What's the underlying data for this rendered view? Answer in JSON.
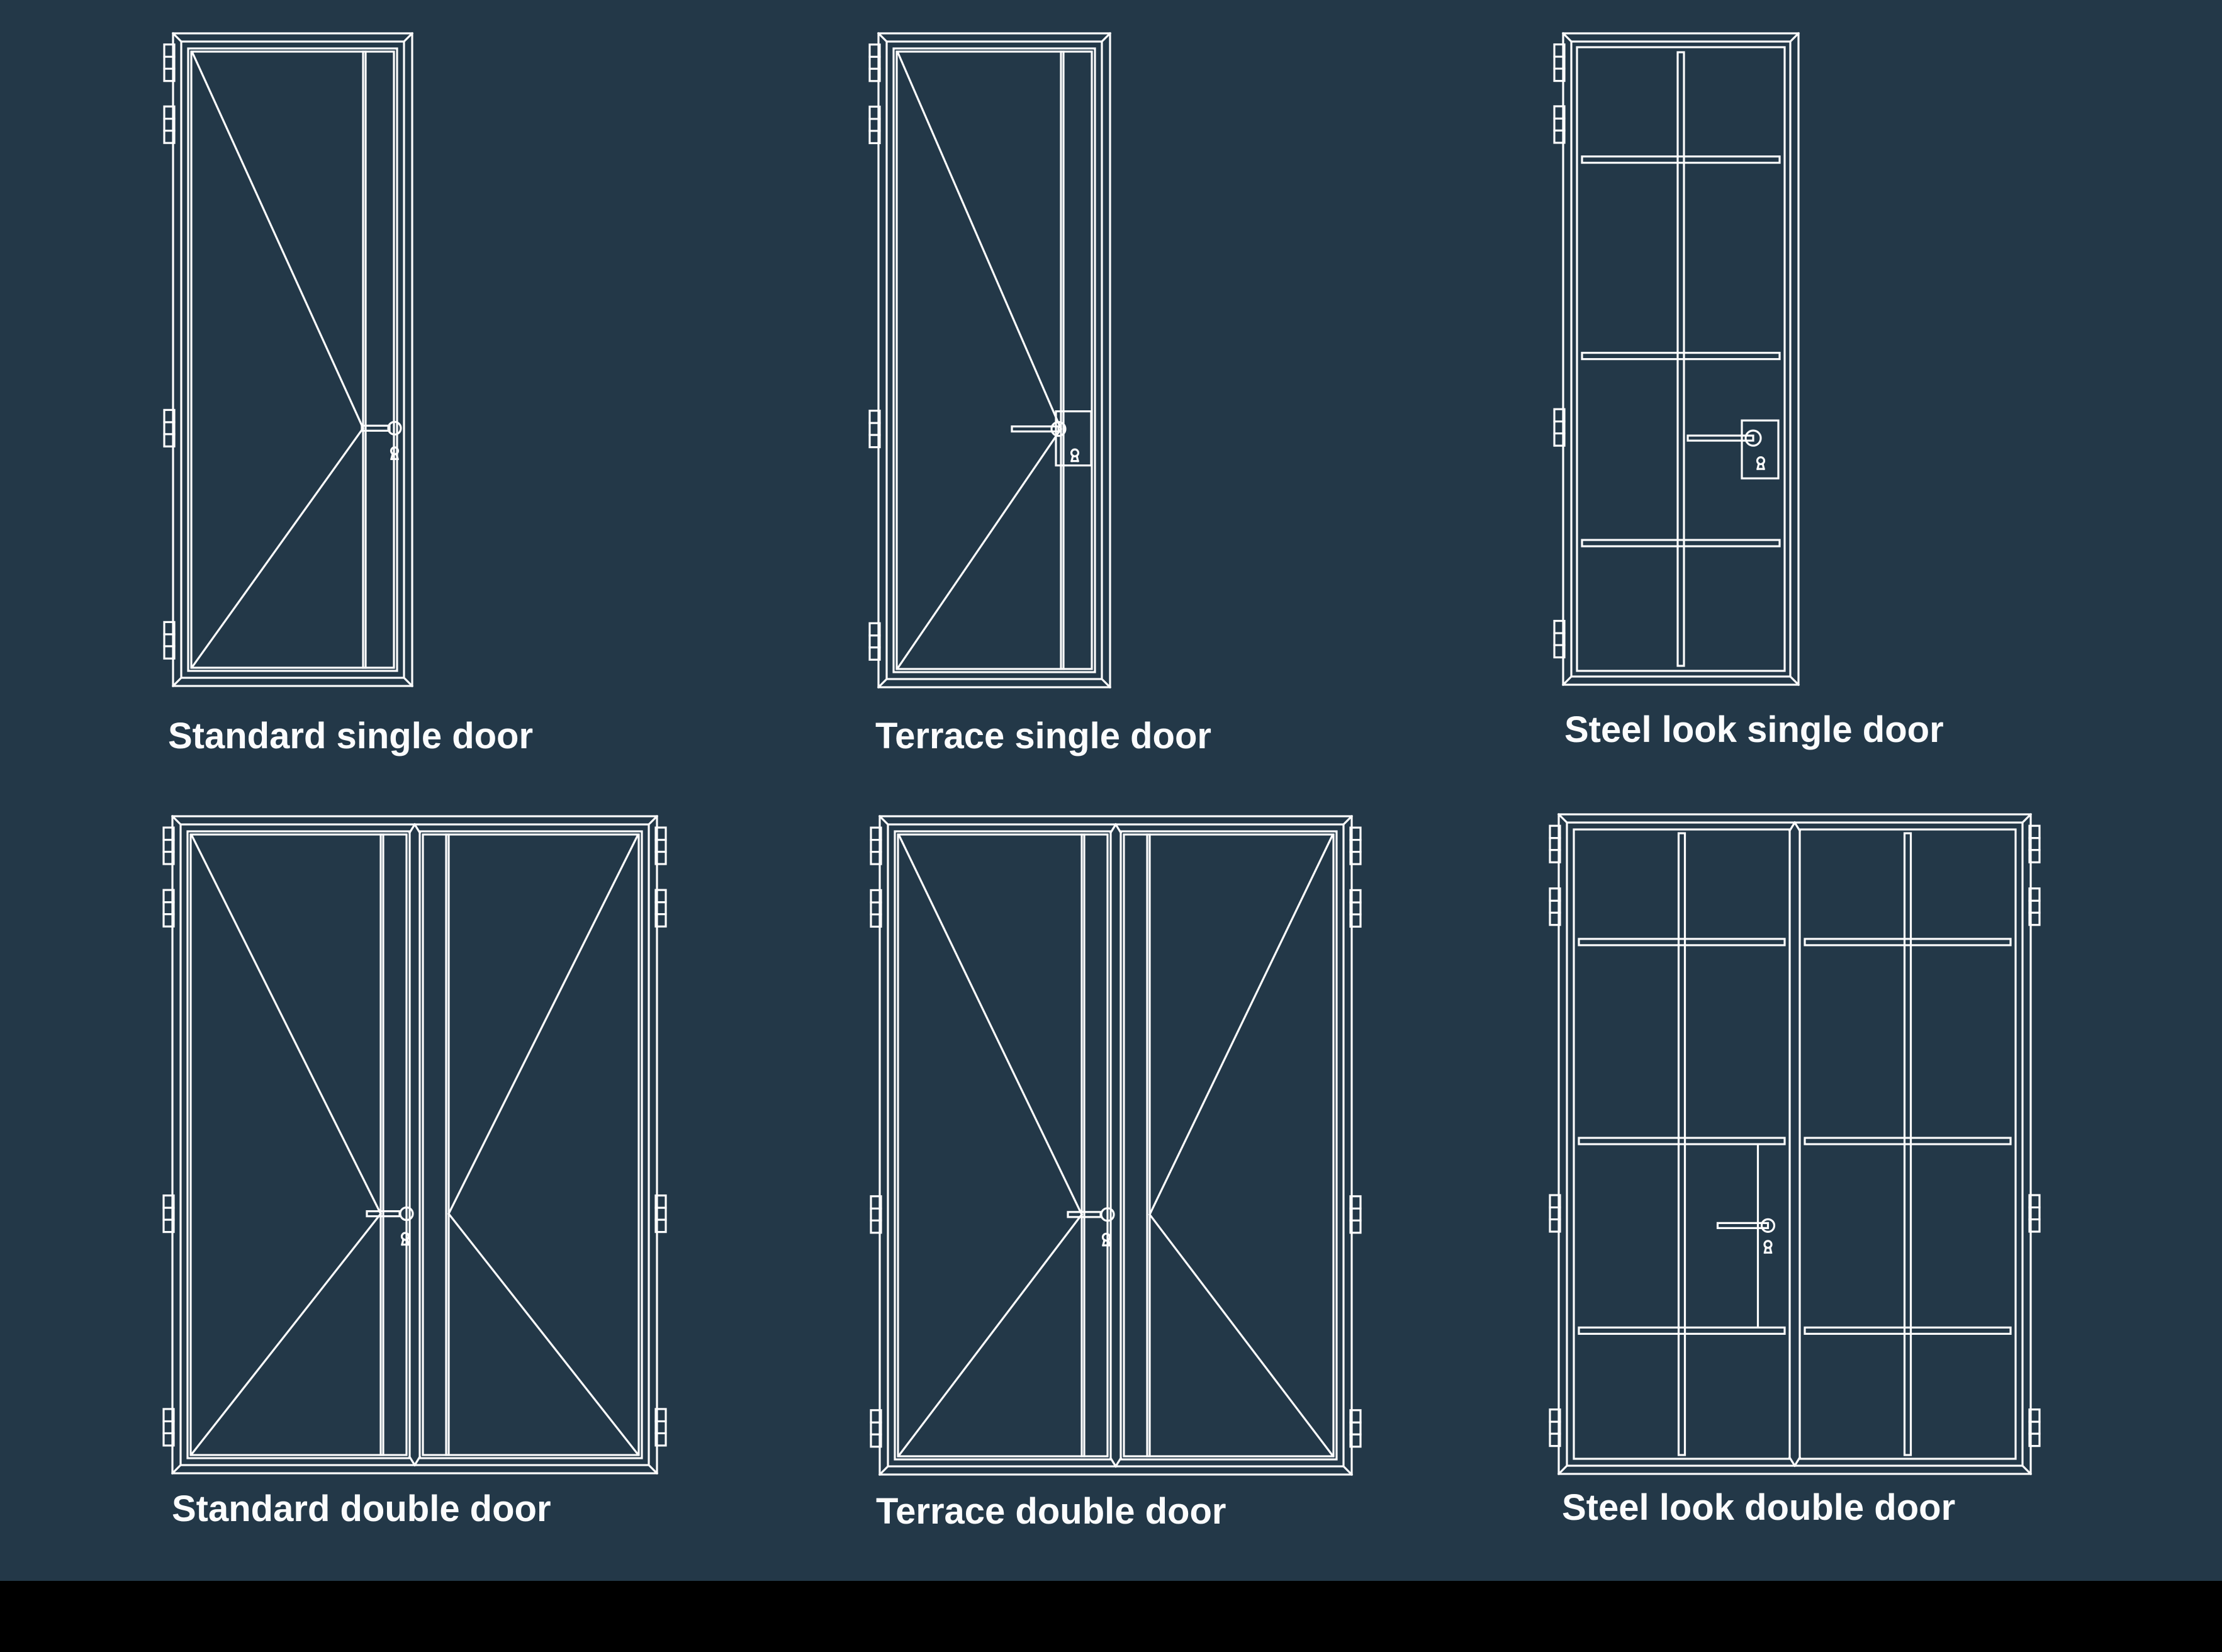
{
  "canvas": {
    "background_color": "#233848",
    "line_color": "#fdfdfd",
    "label_color": "#fbfcfd",
    "bottom_bar_color": "#000000"
  },
  "doors": [
    {
      "label": "Standard single door",
      "kind": "single-plain",
      "handle": "lever"
    },
    {
      "label": "Terrace single door",
      "kind": "single-plain",
      "handle": "lever-plate"
    },
    {
      "label": "Steel look single door",
      "kind": "single-steel",
      "handle": "lever-plate"
    },
    {
      "label": "Standard double door",
      "kind": "double-plain",
      "handle": "lever"
    },
    {
      "label": "Terrace double door",
      "kind": "double-plain",
      "handle": "lever"
    },
    {
      "label": "Steel look double door",
      "kind": "double-steel",
      "handle": "lever"
    }
  ]
}
